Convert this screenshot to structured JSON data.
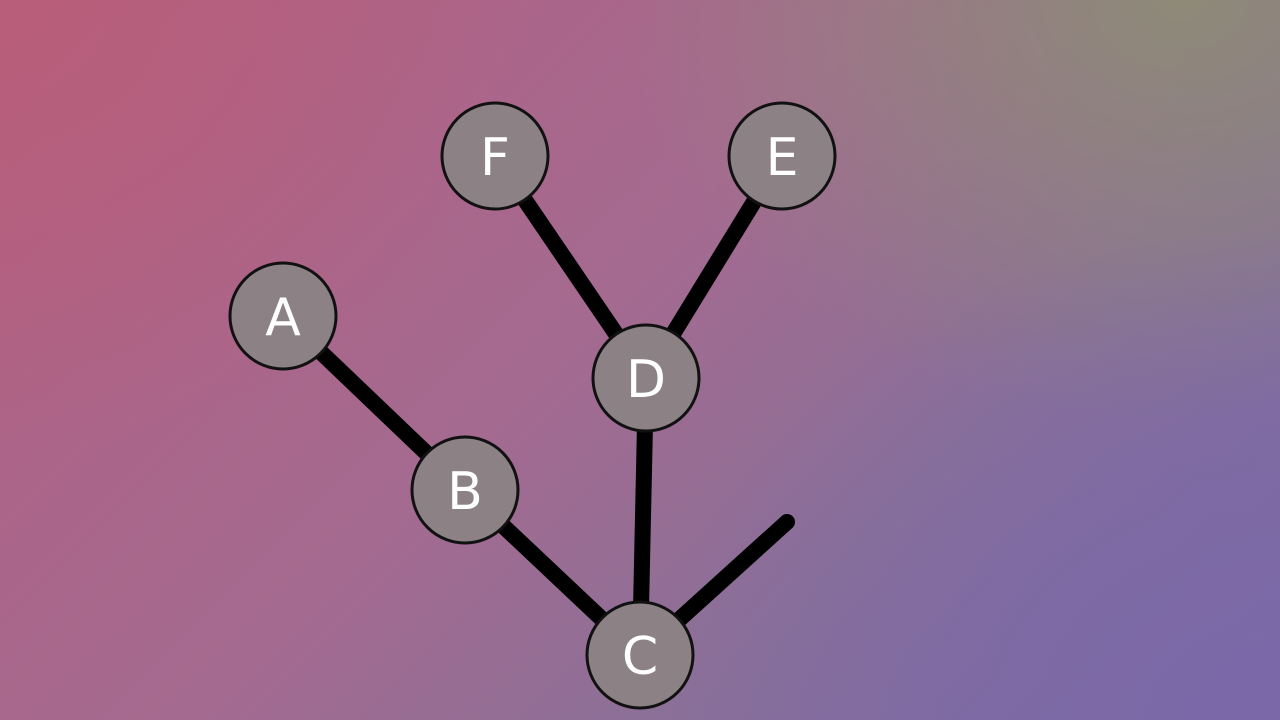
{
  "diagram": {
    "type": "tree",
    "nodes": [
      {
        "id": "A",
        "label": "A"
      },
      {
        "id": "B",
        "label": "B"
      },
      {
        "id": "C",
        "label": "C"
      },
      {
        "id": "D",
        "label": "D"
      },
      {
        "id": "E",
        "label": "E"
      },
      {
        "id": "F",
        "label": "F"
      }
    ],
    "edges": [
      {
        "from": "A",
        "to": "B"
      },
      {
        "from": "B",
        "to": "C"
      },
      {
        "from": "C",
        "to": "D"
      },
      {
        "from": "D",
        "to": "F"
      },
      {
        "from": "D",
        "to": "E"
      },
      {
        "from": "C",
        "to": null
      }
    ],
    "colors": {
      "node_fill": "#8c8286",
      "node_stroke": "#111111",
      "edge": "#000000",
      "label": "#ffffff"
    }
  }
}
